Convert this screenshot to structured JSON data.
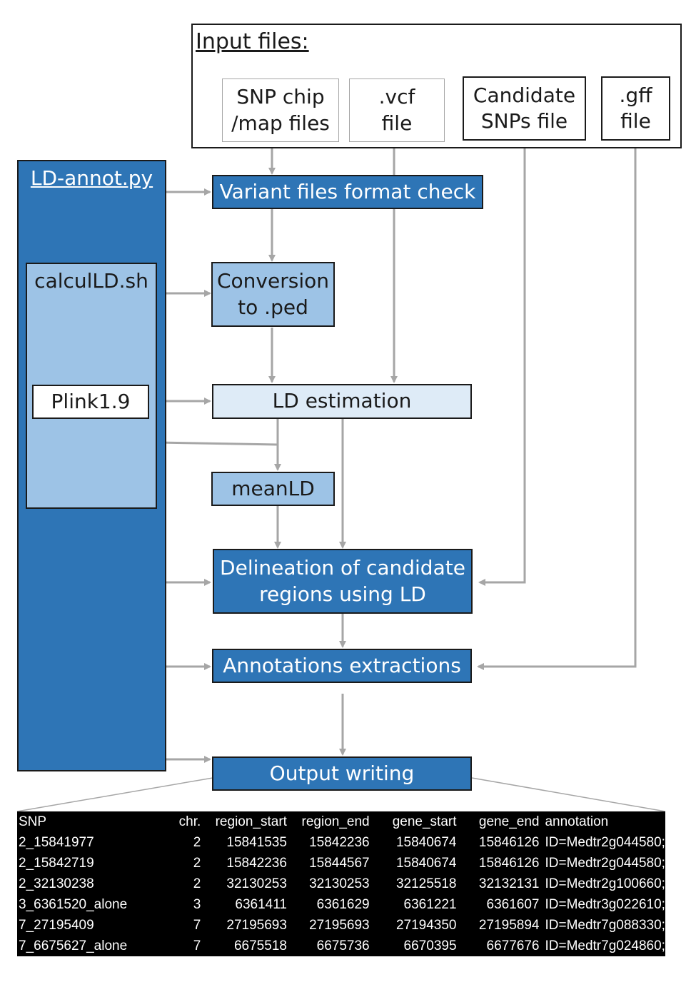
{
  "input_files": {
    "title": "Input files:",
    "snpchip": [
      "SNP chip",
      "/map files"
    ],
    "vcf": [
      ".vcf",
      "file"
    ],
    "candidate": [
      "Candidate",
      "SNPs file"
    ],
    "gff": [
      ".gff",
      "file"
    ]
  },
  "pipeline": {
    "main_script": "LD-annot.py",
    "sub_script": "calculLD.sh",
    "tool": "Plink1.9"
  },
  "steps": {
    "format_check": "Variant files format check",
    "conversion": [
      "Conversion",
      "to .ped"
    ],
    "ld_estimation": "LD estimation",
    "meanld": "meanLD",
    "delineation": [
      "Delineation of candidate",
      "regions using LD"
    ],
    "annotations": "Annotations extractions",
    "output": "Output writing"
  },
  "output_table": {
    "headers": [
      "SNP",
      "chr.",
      "region_start",
      "region_end",
      "gene_start",
      "gene_end",
      "annotation"
    ],
    "rows": [
      [
        "2_15841977",
        "2",
        "15841535",
        "15842236",
        "15840674",
        "15846126",
        "ID=Medtr2g044580;"
      ],
      [
        "2_15842719",
        "2",
        "15842236",
        "15844567",
        "15840674",
        "15846126",
        "ID=Medtr2g044580;"
      ],
      [
        "2_32130238",
        "2",
        "32130253",
        "32130253",
        "32125518",
        "32132131",
        "ID=Medtr2g100660;"
      ],
      [
        "3_6361520_alone",
        "3",
        "6361411",
        "6361629",
        "6361221",
        "6361607",
        "ID=Medtr3g022610;"
      ],
      [
        "7_27195409",
        "7",
        "27195693",
        "27195693",
        "27194350",
        "27195894",
        "ID=Medtr7g088330;"
      ],
      [
        "7_6675627_alone",
        "7",
        "6675518",
        "6675736",
        "6670395",
        "6677676",
        "ID=Medtr7g024860;"
      ]
    ]
  },
  "colors": {
    "dark": "#2e75b6",
    "mid": "#9dc3e6",
    "light": "#deebf7",
    "arrow": "#a6a6a6"
  }
}
